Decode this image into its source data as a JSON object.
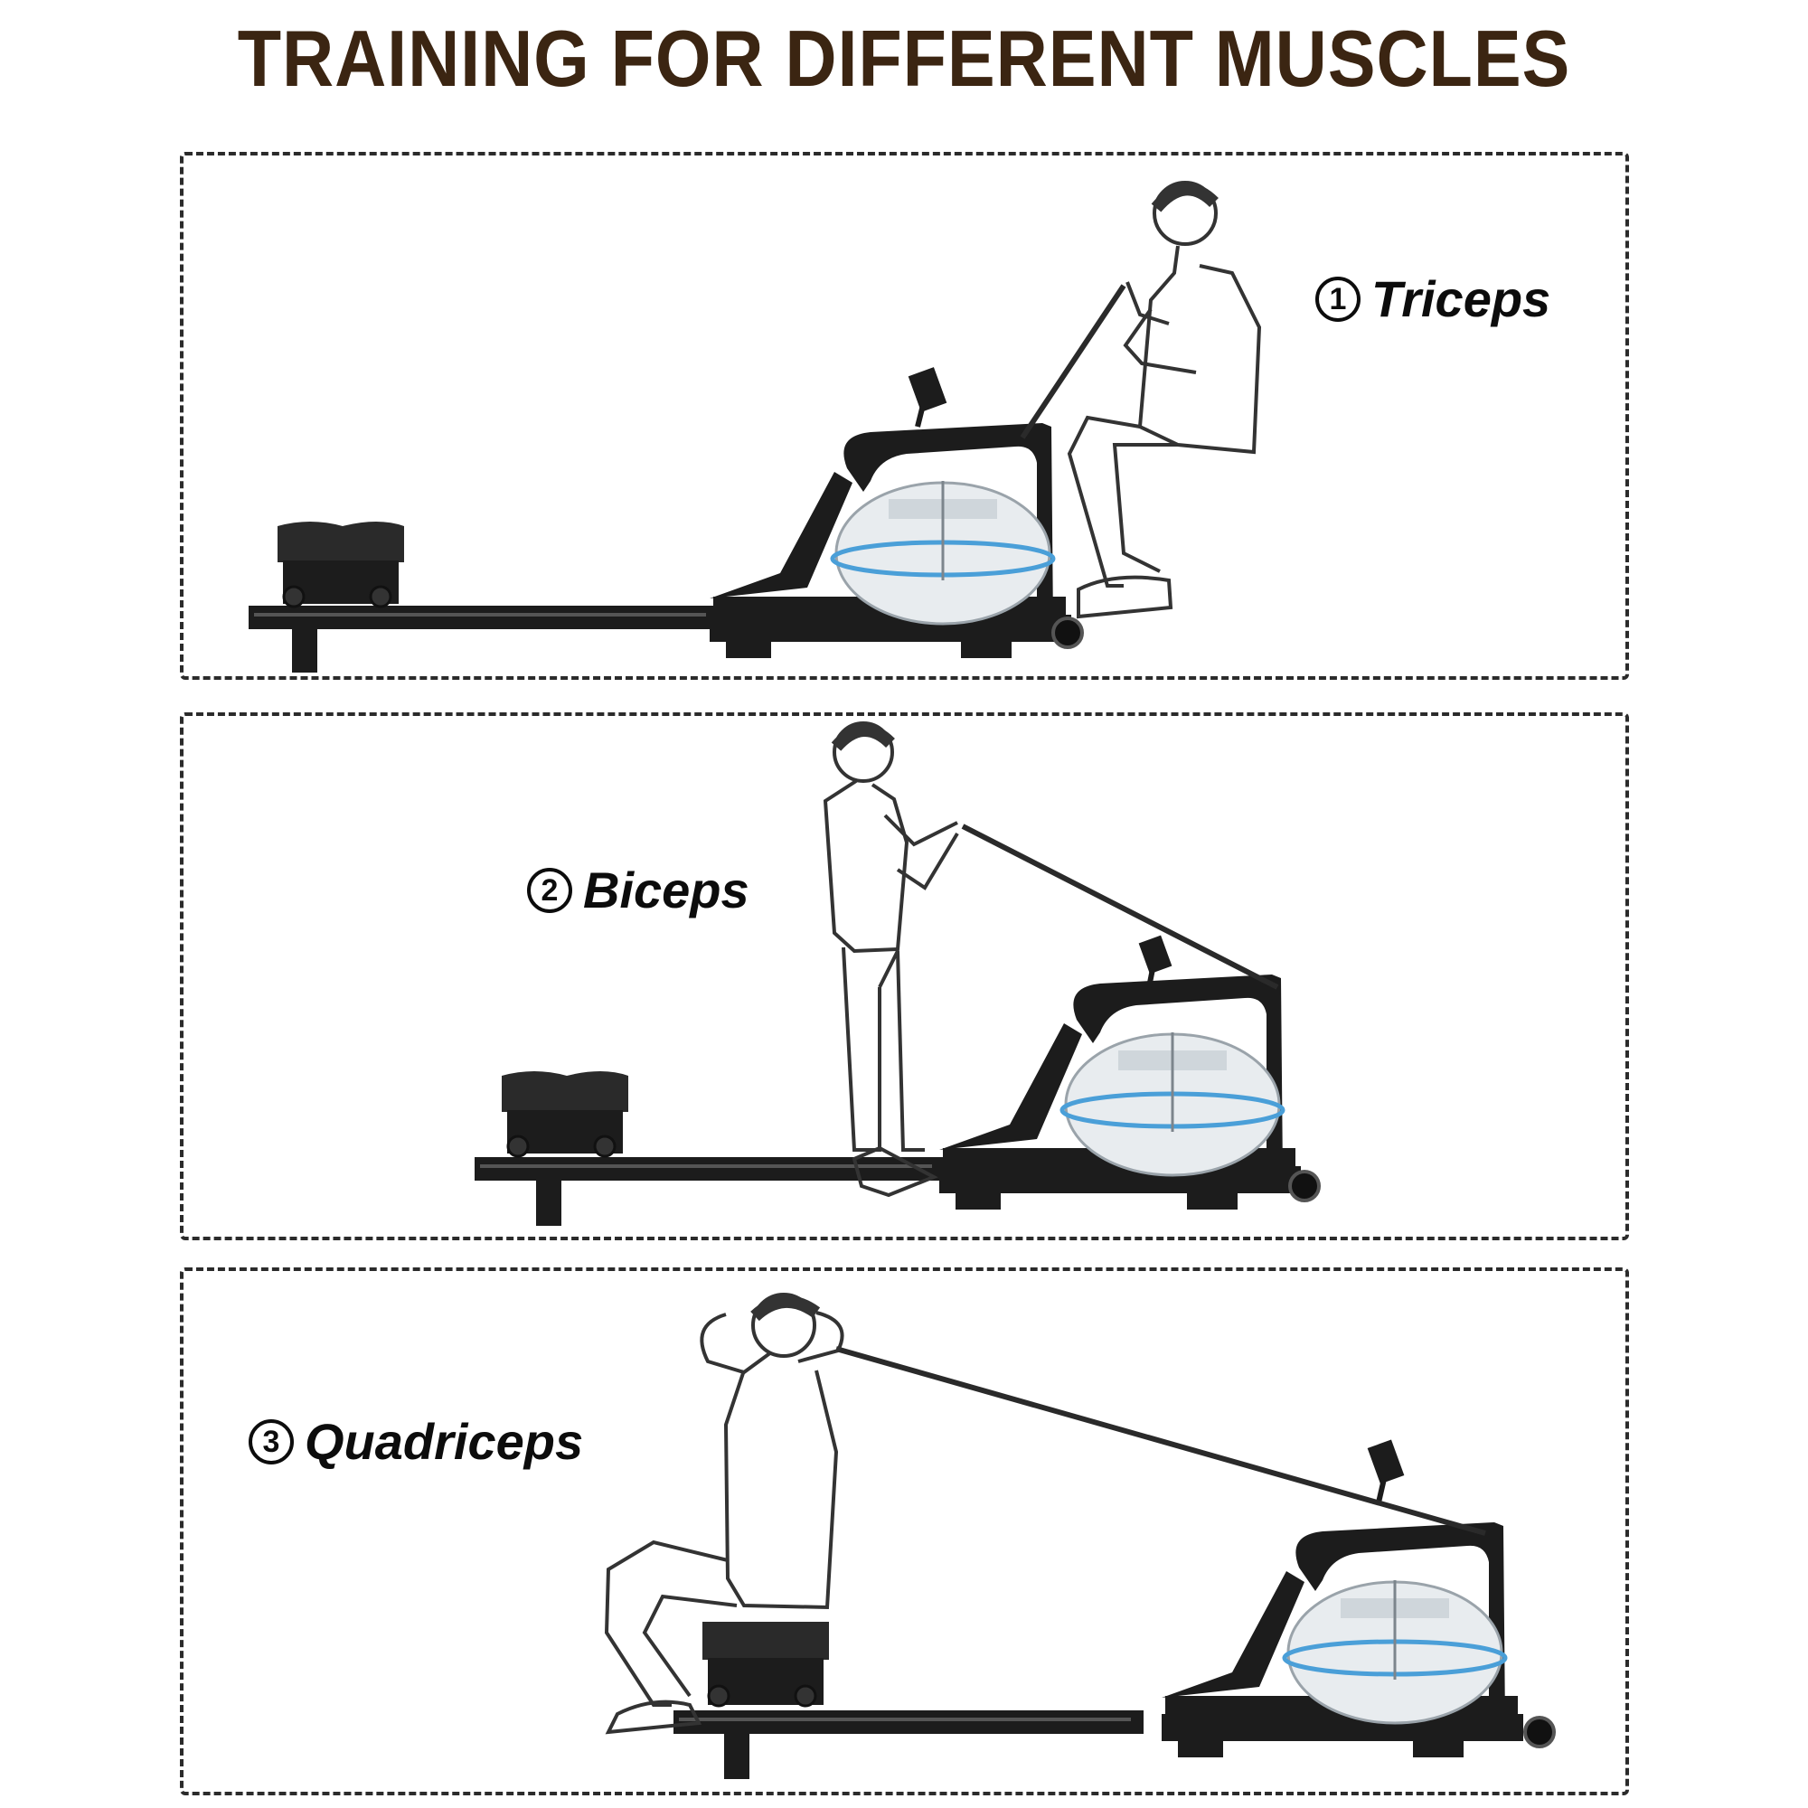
{
  "header": {
    "title": "TRAINING FOR DIFFERENT MUSCLES"
  },
  "colors": {
    "title": "#3b2512",
    "machine": "#1c1c1c",
    "tank_ring": "#4a9fd8",
    "figure_line": "#333333",
    "border": "#2b2b2b"
  },
  "panels": [
    {
      "number": "1",
      "label": "Triceps"
    },
    {
      "number": "2",
      "label": "Biceps"
    },
    {
      "number": "3",
      "label": "Quadriceps"
    }
  ]
}
